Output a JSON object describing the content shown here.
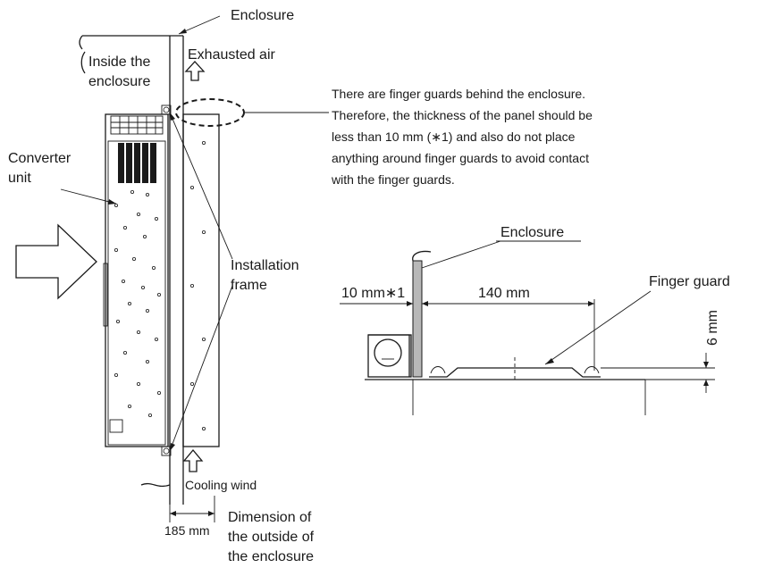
{
  "labels": {
    "enclosure_top": "Enclosure",
    "inside_line1": "Inside the",
    "inside_line2": "enclosure",
    "exhausted_air": "Exhausted air",
    "converter_line1": "Converter",
    "converter_line2": "unit",
    "installation_line1": "Installation",
    "installation_line2": "frame",
    "cooling_wind": "Cooling wind",
    "dim_185": "185 mm",
    "outside_line1": "Dimension of",
    "outside_line2": "the outside of",
    "outside_line3": "the enclosure"
  },
  "note": {
    "line1": "There are finger guards behind the enclosure.",
    "line2": "Therefore, the thickness of the panel should be",
    "line3": "less than 10 mm (∗1) and also do not place",
    "line4": "anything around finger guards to avoid contact",
    "line5": "with the finger guards."
  },
  "detail": {
    "enclosure": "Enclosure",
    "dim_10": "10 mm∗1",
    "dim_140": "140 mm",
    "finger_guard": "Finger guard",
    "dim_6": "6 mm"
  }
}
